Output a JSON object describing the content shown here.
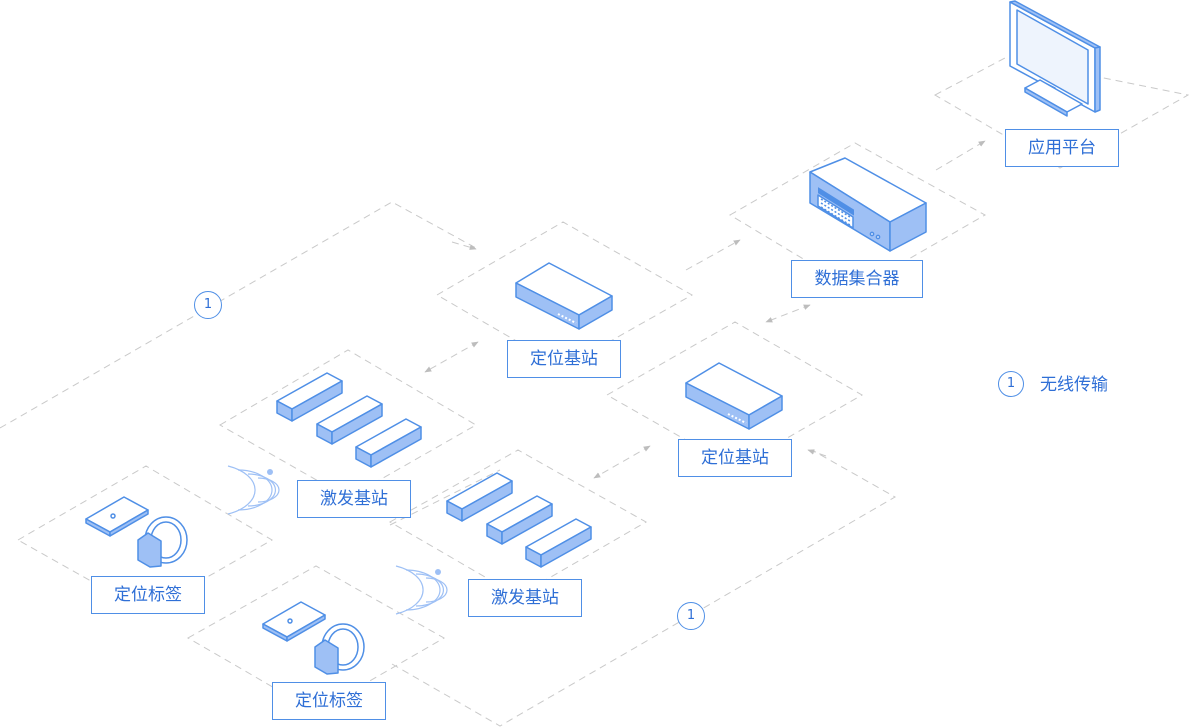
{
  "nodes": {
    "platform": "应用平台",
    "collector": "数据集合器",
    "base_station_1": "定位基站",
    "base_station_2": "定位基站",
    "trigger_1": "激发基站",
    "trigger_2": "激发基站",
    "tag_1": "定位标签",
    "tag_2": "定位标签"
  },
  "markers": {
    "wireless_1": "1",
    "wireless_2": "1"
  },
  "legend": {
    "number": "1",
    "text": "无线传输"
  },
  "colors": {
    "stroke": "#4f8fe6",
    "fill": "#9ec0f5",
    "text": "#2f6fd6",
    "dash": "#c9c9c9"
  }
}
